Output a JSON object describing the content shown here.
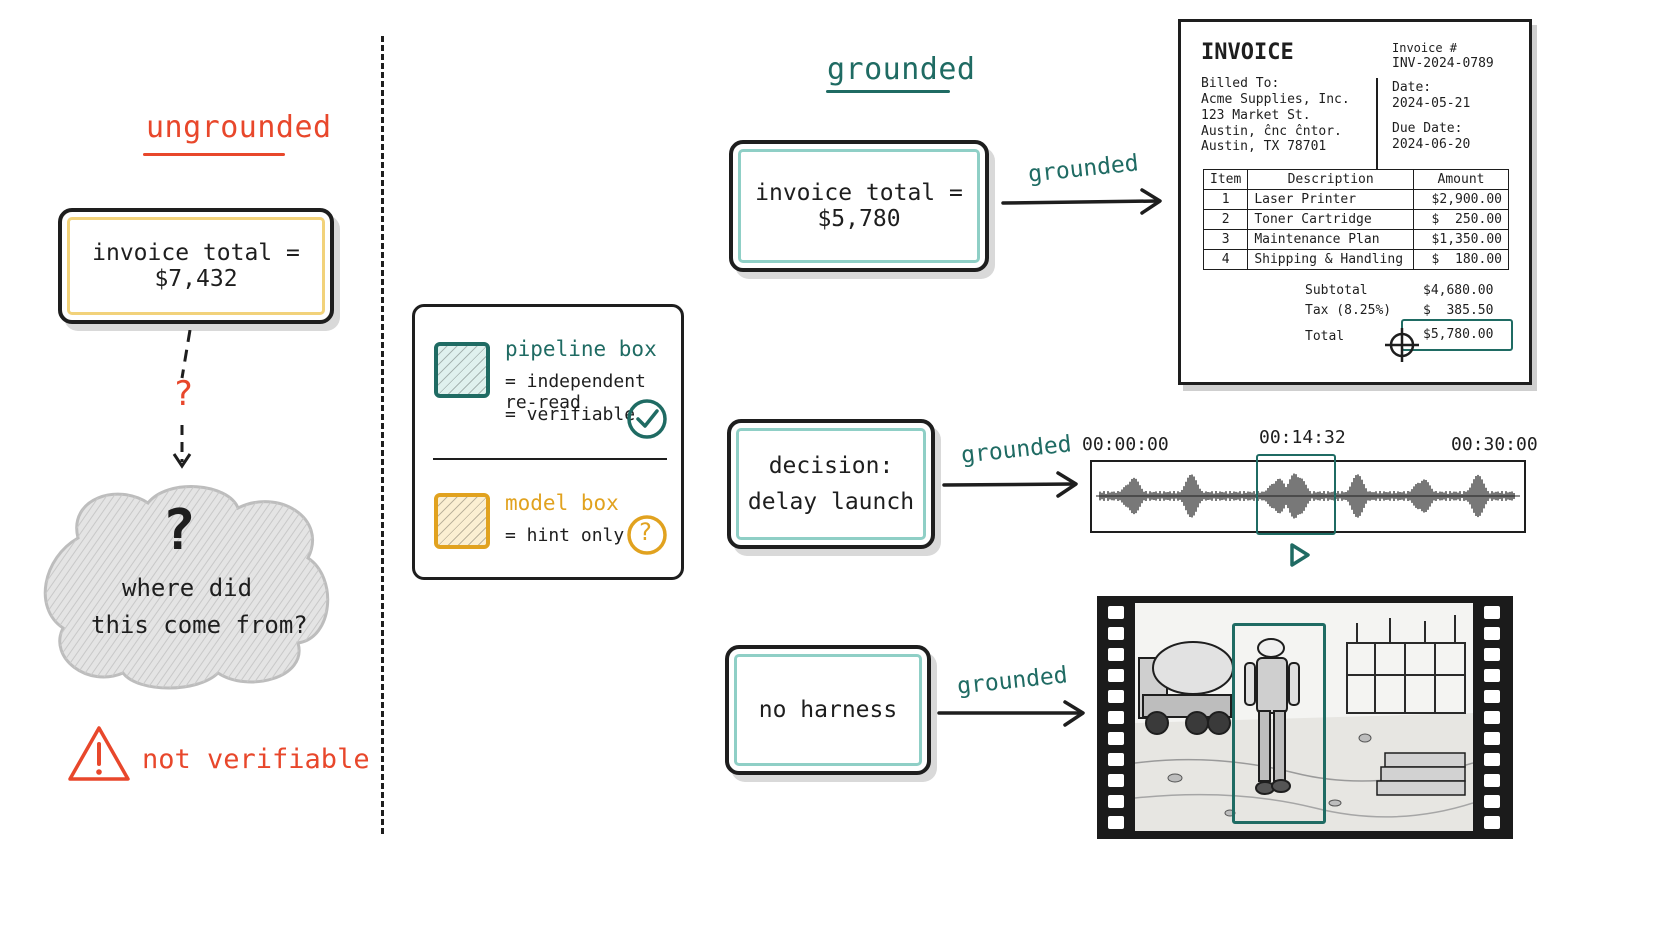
{
  "left": {
    "heading": "ungrounded",
    "box_text": "invoice total = $7,432",
    "question_mark": "?",
    "cloud_mark": "?",
    "cloud_line1": "where did",
    "cloud_line2": "this come from?",
    "warning": "not verifiable"
  },
  "legend": {
    "pipeline_title": "pipeline box",
    "pipeline_line1": "= independent re-read",
    "pipeline_line2": "= verifiable",
    "model_title": "model box",
    "model_line1": "= hint only",
    "model_mark": "?"
  },
  "right": {
    "heading": "grounded",
    "rows": [
      {
        "box_text": "invoice total = $5,780",
        "arrow_label": "grounded"
      },
      {
        "box_line1": "decision:",
        "box_line2": "delay launch",
        "arrow_label": "grounded"
      },
      {
        "box_text": "no harness",
        "arrow_label": "grounded"
      }
    ]
  },
  "invoice": {
    "title": "INVOICE",
    "number_label": "Invoice #",
    "number": "INV-2024-0789",
    "billed_to_label": "Billed To:",
    "billed_lines": [
      "Acme Supplies, Inc.",
      "123 Market St.",
      "Austin, ĉnc ĉntor.",
      "Austin, TX 78701"
    ],
    "date_label": "Date:",
    "date": "2024-05-21",
    "due_label": "Due Date:",
    "due": "2024-06-20",
    "columns": [
      "Item",
      "Description",
      "Amount"
    ],
    "items": [
      {
        "item": "1",
        "desc": "Laser Printer",
        "amount": "$2,900.00"
      },
      {
        "item": "2",
        "desc": "Toner Cartridge",
        "amount": "$  250.00"
      },
      {
        "item": "3",
        "desc": "Maintenance Plan",
        "amount": "$1,350.00"
      },
      {
        "item": "4",
        "desc": "Shipping & Handling",
        "amount": "$  180.00"
      }
    ],
    "subtotal_label": "Subtotal",
    "subtotal": "$4,680.00",
    "tax_label": "Tax (8.25%)",
    "tax": "$  385.50",
    "total_label": "Total",
    "total": "$5,780.00"
  },
  "audio": {
    "start": "00:00:00",
    "marker": "00:14:32",
    "end": "00:30:00"
  },
  "colors": {
    "teal": "#1f6b63",
    "amber": "#e1a21f",
    "red": "#e8472b"
  }
}
